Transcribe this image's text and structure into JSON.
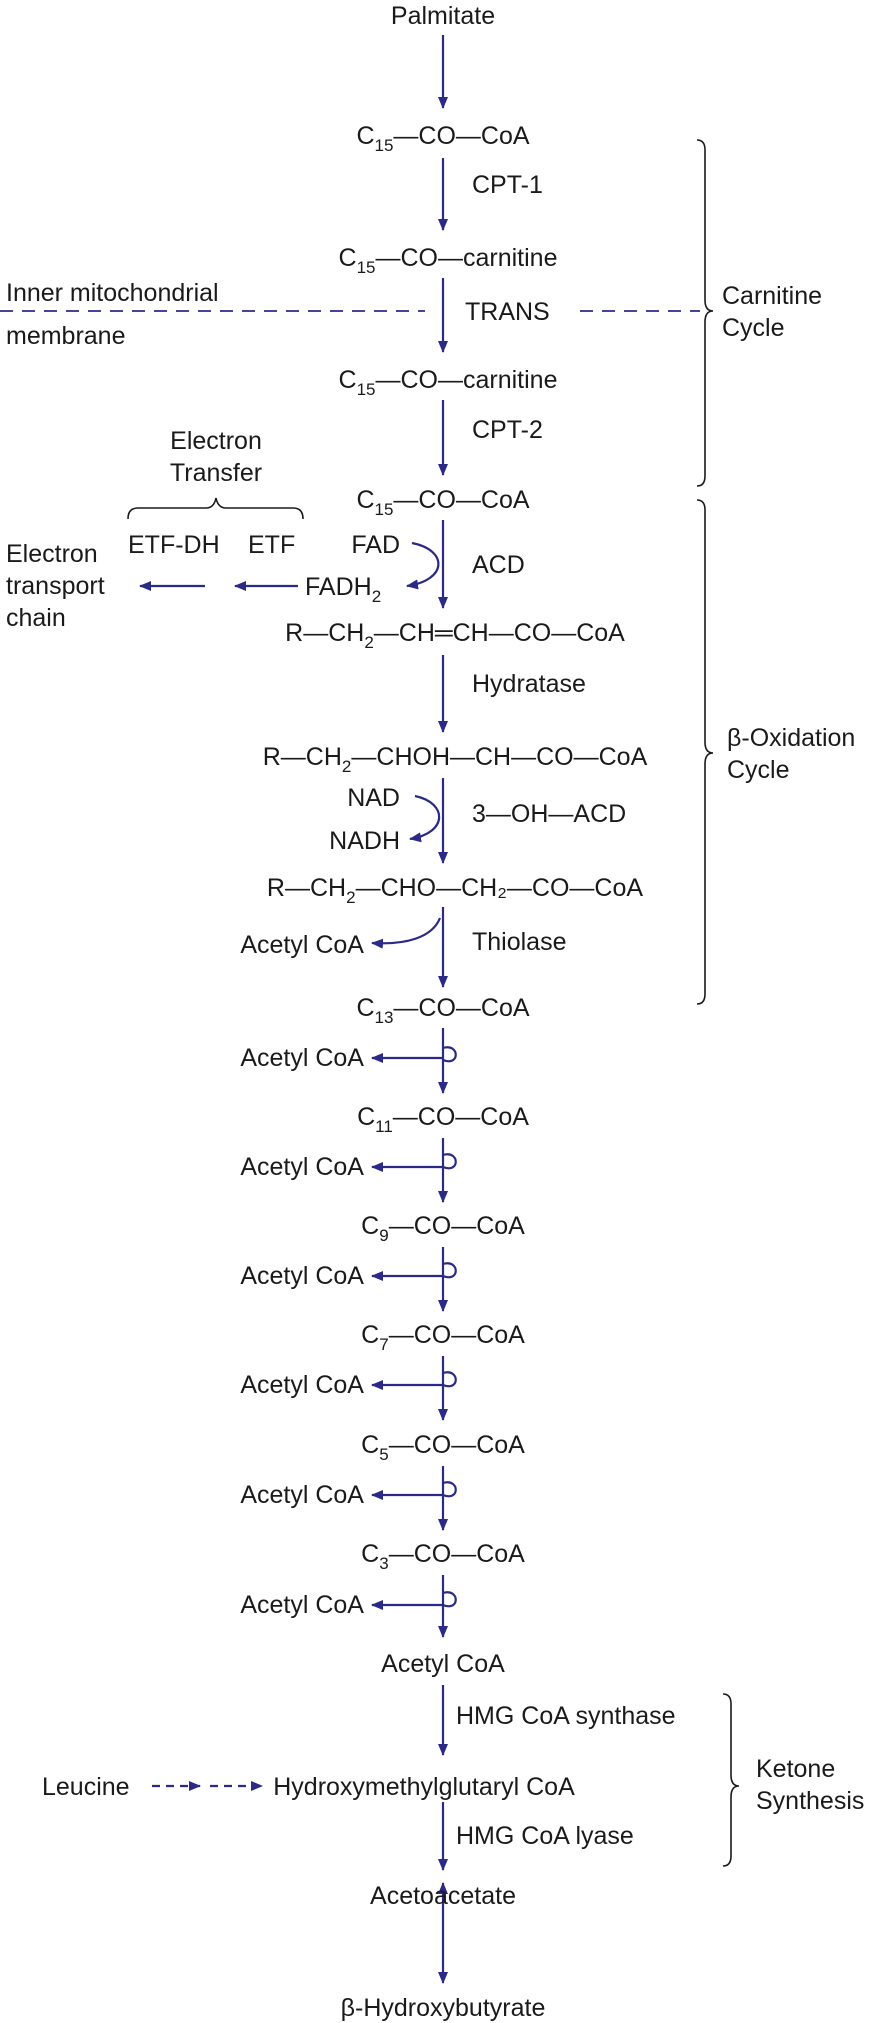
{
  "colors": {
    "arrow": "#2b2a86",
    "text": "#1a1a1a",
    "bracket": "#1a1a1a"
  },
  "main_chain": [
    {
      "id": "palmitate",
      "text": "Palmitate"
    },
    {
      "id": "c15-coa-1",
      "pre": "C",
      "sub": "15",
      "post": "—CO—CoA"
    },
    {
      "id": "c15-carn-1",
      "pre": "C",
      "sub": "15",
      "post": "—CO—carnitine"
    },
    {
      "id": "c15-carn-2",
      "pre": "C",
      "sub": "15",
      "post": "—CO—carnitine"
    },
    {
      "id": "c15-coa-2",
      "pre": "C",
      "sub": "15",
      "post": "—CO—CoA"
    },
    {
      "id": "enoyl-coa",
      "pre": "R—CH",
      "sub": "2",
      "post": "—CH═CH—CO—CoA"
    },
    {
      "id": "hydroxyacyl-coa",
      "pre": "R—CH",
      "sub": "2",
      "post": "—CHOH—CH—CO—CoA"
    },
    {
      "id": "ketoacyl-coa",
      "pre": "R—CH",
      "sub": "2",
      "post": "—CHO—CH₂—CO—CoA"
    },
    {
      "id": "c13-coa",
      "pre": "C",
      "sub": "13",
      "post": "—CO—CoA"
    },
    {
      "id": "c11-coa",
      "pre": "C",
      "sub": "11",
      "post": "—CO—CoA"
    },
    {
      "id": "c9-coa",
      "pre": "C",
      "sub": "9",
      "post": "—CO—CoA"
    },
    {
      "id": "c7-coa",
      "pre": "C",
      "sub": "7",
      "post": "—CO—CoA"
    },
    {
      "id": "c5-coa",
      "pre": "C",
      "sub": "5",
      "post": "—CO—CoA"
    },
    {
      "id": "c3-coa",
      "pre": "C",
      "sub": "3",
      "post": "—CO—CoA"
    },
    {
      "id": "acetyl-coa-final",
      "text": "Acetyl CoA"
    },
    {
      "id": "hmg-coa",
      "text": "Hydroxymethylglutaryl CoA"
    },
    {
      "id": "acetoacetate",
      "text": "Acetoacetate"
    },
    {
      "id": "beta-hydroxybutyrate",
      "text": "β-Hydroxybutyrate"
    }
  ],
  "enzymes": {
    "cpt1": "CPT-1",
    "trans": "TRANS",
    "cpt2": "CPT-2",
    "acd": "ACD",
    "hydratase": "Hydratase",
    "oh_acd": "3—OH—ACD",
    "thiolase": "Thiolase",
    "hmg_synthase": "HMG CoA synthase",
    "hmg_lyase": "HMG CoA lyase"
  },
  "cofactors": {
    "fad": "FAD",
    "fadh2_pre": "FADH",
    "fadh2_sub": "2",
    "nad": "NAD",
    "nadh": "NADH",
    "acetyl_coa": "Acetyl CoA"
  },
  "electron_transfer": {
    "title_line1": "Electron",
    "title_line2": "Transfer",
    "etf_dh": "ETF-DH",
    "etf": "ETF",
    "transport_line1": "Electron",
    "transport_line2": "transport",
    "transport_line3": "chain"
  },
  "membrane": {
    "line1": "Inner mitochondrial",
    "line2": "membrane"
  },
  "cycles": {
    "carnitine_line1": "Carnitine",
    "carnitine_line2": "Cycle",
    "beta_line1": "β-Oxidation",
    "beta_line2": "Cycle",
    "ketone_line1": "Ketone",
    "ketone_line2": "Synthesis"
  },
  "leucine": "Leucine"
}
